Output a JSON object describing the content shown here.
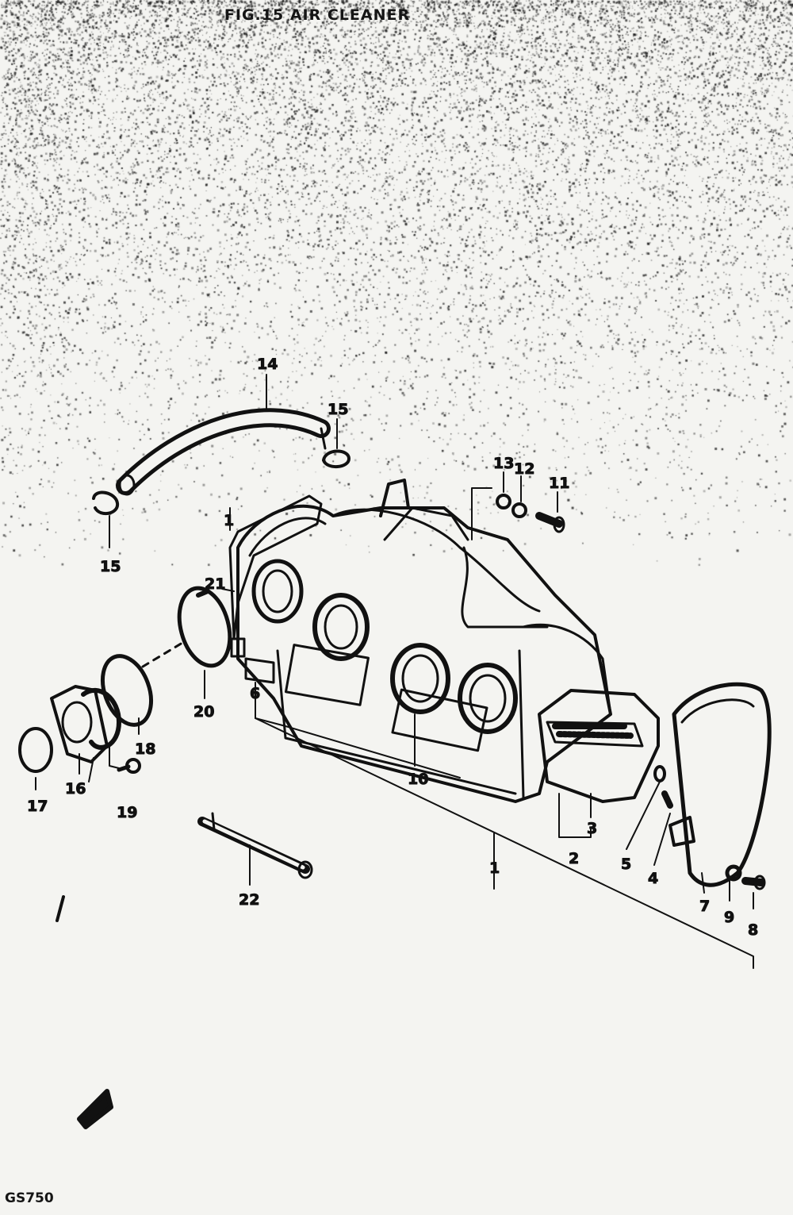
{
  "diagram": {
    "title": "FIG.15  AIR CLEANER",
    "model": "GS750",
    "ink_color": "#111111",
    "paper_color": "#f4f4f1",
    "callouts": [
      {
        "label": "14",
        "part": "hose"
      },
      {
        "label": "15",
        "part": "clip-upper"
      },
      {
        "label": "15",
        "part": "clip-left"
      },
      {
        "label": "13",
        "part": "washer"
      },
      {
        "label": "12",
        "part": "washer"
      },
      {
        "label": "11",
        "part": "bolt"
      },
      {
        "label": "1",
        "part": "case-bracket"
      },
      {
        "label": "21",
        "part": "band"
      },
      {
        "label": "20",
        "part": "clamp"
      },
      {
        "label": "6",
        "part": "grommet"
      },
      {
        "label": "18",
        "part": "clamp"
      },
      {
        "label": "16",
        "part": "intake-pipe"
      },
      {
        "label": "17",
        "part": "o-ring"
      },
      {
        "label": "19",
        "part": "screw"
      },
      {
        "label": "10",
        "part": "boot"
      },
      {
        "label": "22",
        "part": "strap"
      },
      {
        "label": "3",
        "part": "element"
      },
      {
        "label": "2",
        "part": "element-assembly"
      },
      {
        "label": "5",
        "part": "seal"
      },
      {
        "label": "4",
        "part": "screw"
      },
      {
        "label": "7",
        "part": "cap"
      },
      {
        "label": "9",
        "part": "washer"
      },
      {
        "label": "8",
        "part": "bolt"
      },
      {
        "label": "1",
        "part": "air-cleaner-assembly"
      }
    ]
  }
}
